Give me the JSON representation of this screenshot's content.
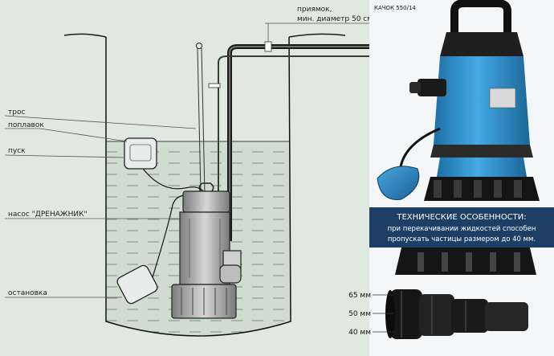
{
  "diagram": {
    "top_label_line1": "приямок,",
    "top_label_line2": "мин. диаметр 50 см.",
    "labels": {
      "cable": "трос",
      "float": "поплавок",
      "start": "пуск",
      "pump": "насос \"ДРЕНАЖНИК\"",
      "stop": "остановка"
    }
  },
  "product": {
    "model": "КАЧОК 550/14",
    "features_title": "ТЕХНИЧЕСКИЕ ОСОБЕННОСТИ:",
    "features_line1": "при перекачивании жидкостей способен",
    "features_line2": "пропускать частицы размером до 40 мм.",
    "fitting_sizes": [
      "65 мм",
      "50 мм",
      "40 мм"
    ]
  },
  "colors": {
    "background": "#dfe9e0",
    "water": "#cfdccf",
    "pump_body": "#2f93cf",
    "pump_dark": "#1a1a1a",
    "panel_bg": "#f4f6f7",
    "feature_band": "#1d3f66"
  }
}
